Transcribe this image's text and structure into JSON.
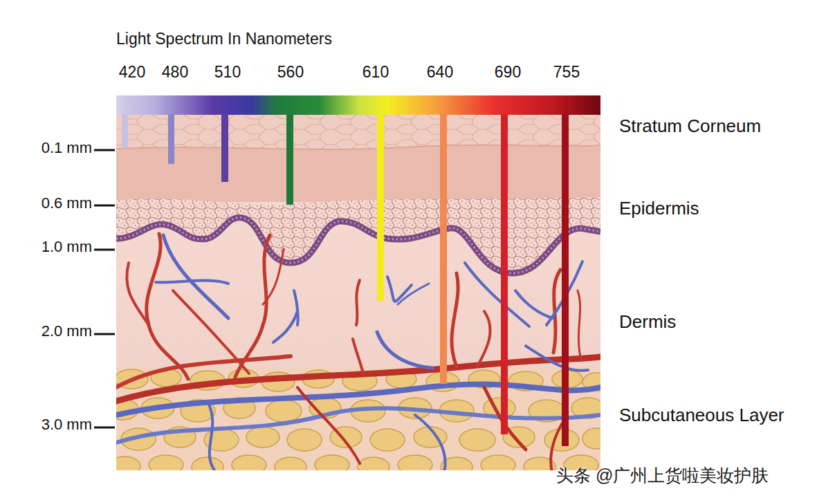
{
  "diagram": {
    "title": "Light Spectrum In Nanometers",
    "labels": [
      "420",
      "480",
      "510",
      "560",
      "610",
      "640",
      "690",
      "755",
      "0.1 mm",
      "0.6 mm",
      "1.0 mm",
      "2.0 mm",
      "3.0 mm",
      "Stratum Corneum",
      "Epidermis",
      "Dermis",
      "Subcutaneous Layer",
      "头条 @广州上货啦美妆护肤"
    ]
  }
}
